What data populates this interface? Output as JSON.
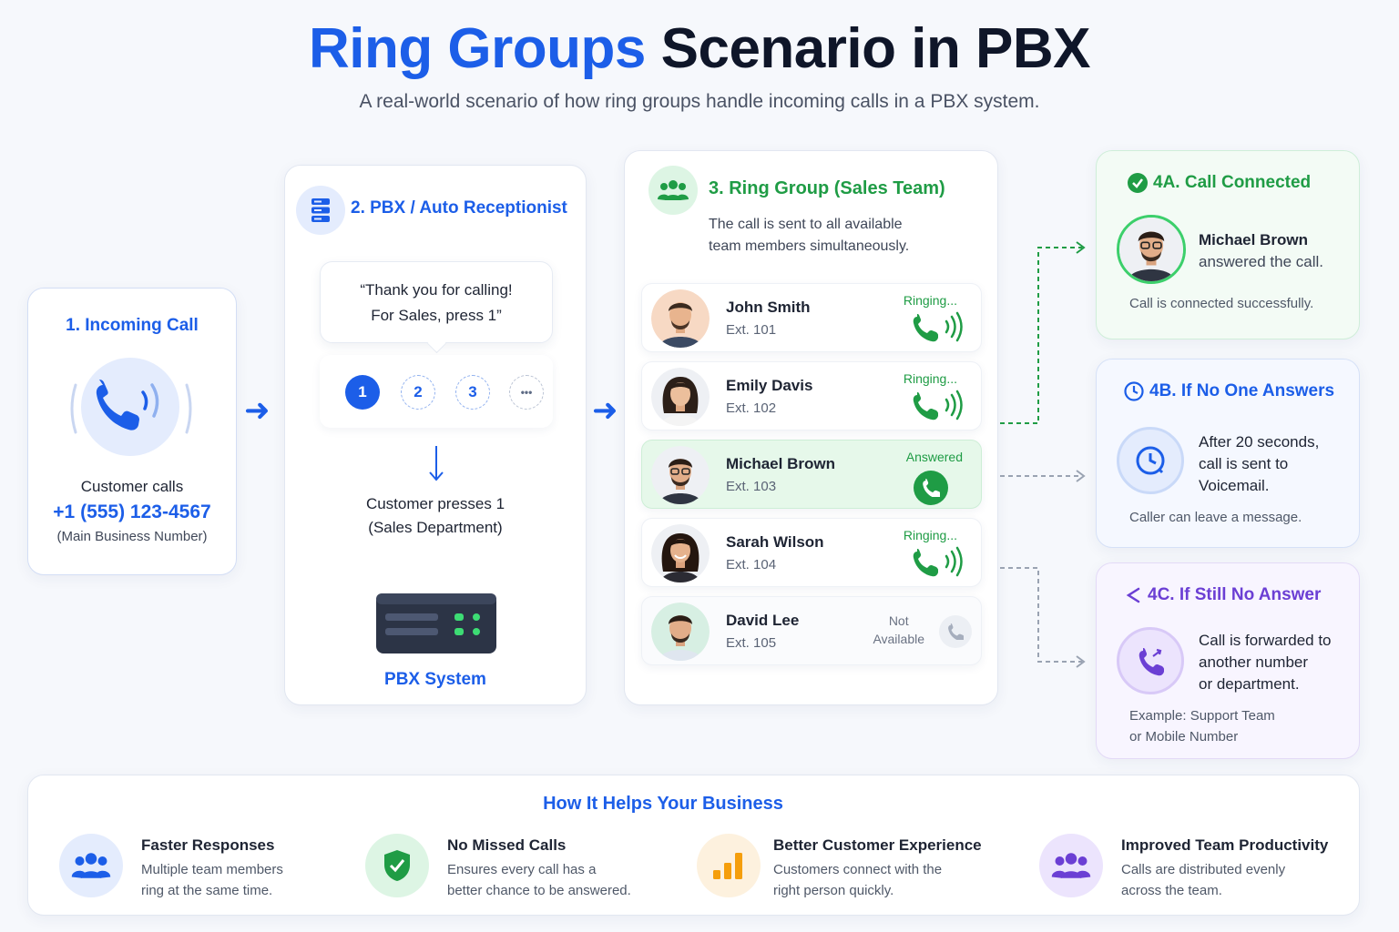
{
  "header": {
    "title_highlight": "Ring Groups",
    "title_rest": "Scenario in PBX",
    "subtitle": "A real-world scenario of how ring groups handle incoming calls in a PBX system."
  },
  "incoming": {
    "title": "1.  Incoming Call",
    "line1": "Customer calls",
    "number": "+1 (555) 123-4567",
    "note": "(Main Business Number)"
  },
  "pbx": {
    "title": "2. PBX / Auto Receptionist",
    "greeting_line1": "“Thank you for calling!",
    "greeting_line2": "For Sales, press 1”",
    "keys": [
      "1",
      "2",
      "3",
      "•••"
    ],
    "press_line1": "Customer presses 1",
    "press_line2": "(Sales Department)",
    "system_label": "PBX System"
  },
  "ring_group": {
    "title": "3. Ring Group (Sales Team)",
    "desc_line1": "The call is sent to all available",
    "desc_line2": "team members simultaneously.",
    "members": [
      {
        "name": "John Smith",
        "ext": "Ext. 101",
        "status": "Ringing..."
      },
      {
        "name": "Emily Davis",
        "ext": "Ext. 102",
        "status": "Ringing..."
      },
      {
        "name": "Michael Brown",
        "ext": "Ext. 103",
        "status": "Answered"
      },
      {
        "name": "Sarah Wilson",
        "ext": "Ext. 104",
        "status": "Ringing..."
      },
      {
        "name": "David Lee",
        "ext": "Ext. 105",
        "status_line1": "Not",
        "status_line2": "Available"
      }
    ]
  },
  "outcomes": {
    "connected": {
      "title": "4A. Call Connected",
      "name": "Michael Brown",
      "text": "answered the call.",
      "note": "Call is connected successfully."
    },
    "no_answer": {
      "title": "4B. If No One Answers",
      "line1": "After 20 seconds,",
      "line2": "call is sent to",
      "line3": "Voicemail.",
      "note": "Caller can leave a message."
    },
    "still_no_answer": {
      "title": "4C. If Still No Answer",
      "line1": "Call is forwarded to",
      "line2": "another number",
      "line3": "or department.",
      "note_line1": "Example: Support Team",
      "note_line2": "or Mobile Number"
    }
  },
  "benefits": {
    "title": "How It Helps Your Business",
    "items": [
      {
        "title": "Faster Responses",
        "line1": "Multiple team members",
        "line2": "ring at the same time."
      },
      {
        "title": "No Missed Calls",
        "line1": "Ensures every call has a",
        "line2": "better chance to be answered."
      },
      {
        "title": "Better Customer Experience",
        "line1": "Customers connect with the",
        "line2": "right person quickly."
      },
      {
        "title": "Improved Team Productivity",
        "line1": "Calls are distributed evenly",
        "line2": "across the team."
      }
    ]
  },
  "colors": {
    "blue": "#1c5ee8",
    "green": "#1f9c45",
    "purple": "#6b3fd4",
    "orange": "#f59e0b"
  }
}
